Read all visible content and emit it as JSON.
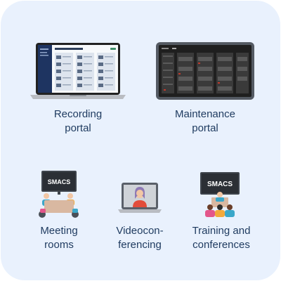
{
  "tiles": [
    {
      "id": "recording",
      "label_lines": [
        "Recording",
        "portal"
      ],
      "icon": "laptop-screenshot-icon"
    },
    {
      "id": "maintenance",
      "label_lines": [
        "Maintenance",
        "portal"
      ],
      "icon": "tablet-dark-dashboard-icon"
    },
    {
      "id": "meeting",
      "label_lines": [
        "Meeting",
        "rooms"
      ],
      "icon": "meeting-room-icon"
    },
    {
      "id": "video",
      "label_lines": [
        "Videocon-",
        "ferencing"
      ],
      "icon": "video-call-laptop-icon"
    },
    {
      "id": "training",
      "label_lines": [
        "Training and",
        "conferences"
      ],
      "icon": "training-presentation-icon"
    }
  ],
  "screen_brand": "SMACS",
  "colors": {
    "background_card": "#e9f1fd",
    "label_text": "#1e3a5f",
    "dark_screen": "#1f1f1f",
    "navy_sidebar": "#1e3461"
  }
}
